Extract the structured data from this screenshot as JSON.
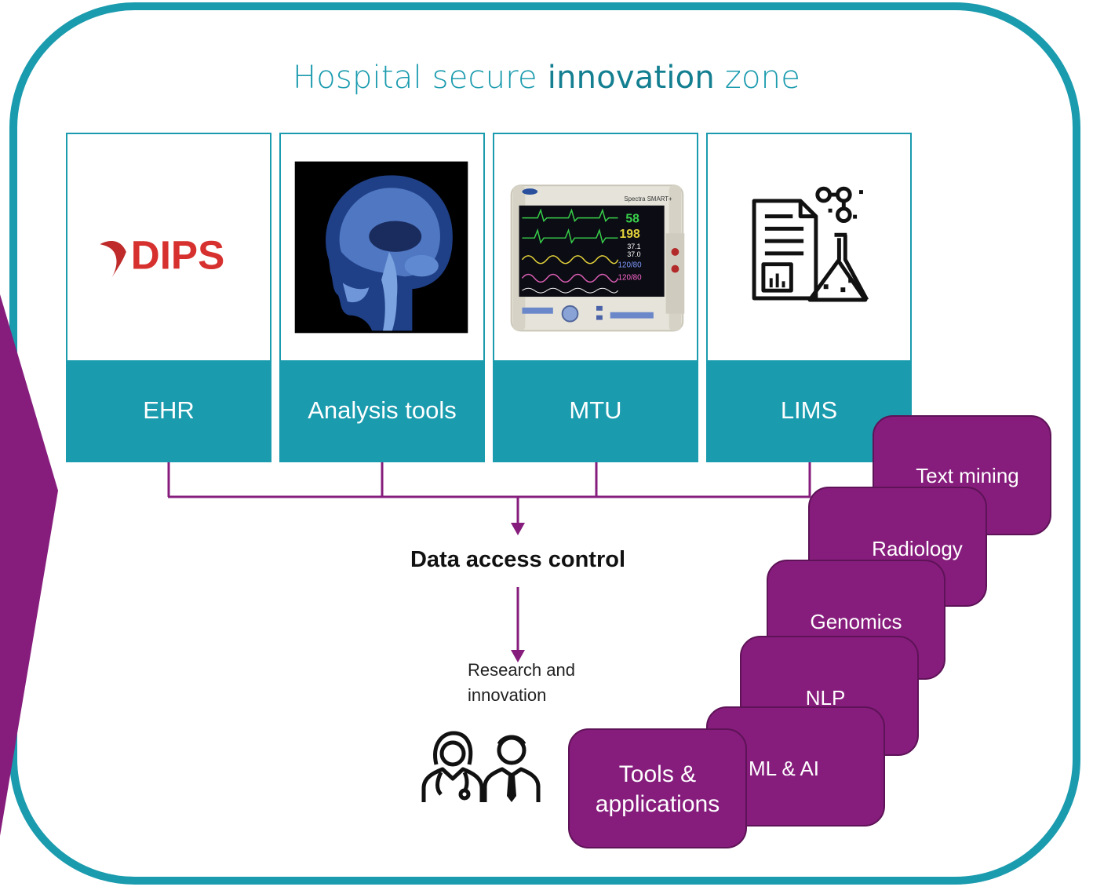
{
  "title": {
    "prefix": "Hospital secure ",
    "emphasis": "innovation",
    "suffix": " zone"
  },
  "sources": [
    {
      "label": "EHR",
      "icon": "dips-logo"
    },
    {
      "label": "Analysis tools",
      "icon": "mri-brain-image"
    },
    {
      "label": "MTU",
      "icon": "patient-monitor-image"
    },
    {
      "label": "LIMS",
      "icon": "lab-report-flask-icon"
    }
  ],
  "logo_text": "DIPS",
  "monitor": {
    "brand": "Spectra SMART+",
    "heart_rate": "58",
    "spo2": "198",
    "temp1": "37.1",
    "temp2": "37.0",
    "bp1": "120/80",
    "bp2": "120/80"
  },
  "data_access": "Data access control",
  "research": {
    "line1": "Research and",
    "line2": "innovation"
  },
  "tools_label": {
    "line1": "Tools &",
    "line2": "applications"
  },
  "applications": [
    "Text mining",
    "Radiology",
    "Genomics",
    "NLP",
    "ML & AI"
  ],
  "colors": {
    "teal": "#1a9bae",
    "purple": "#861d7c"
  }
}
